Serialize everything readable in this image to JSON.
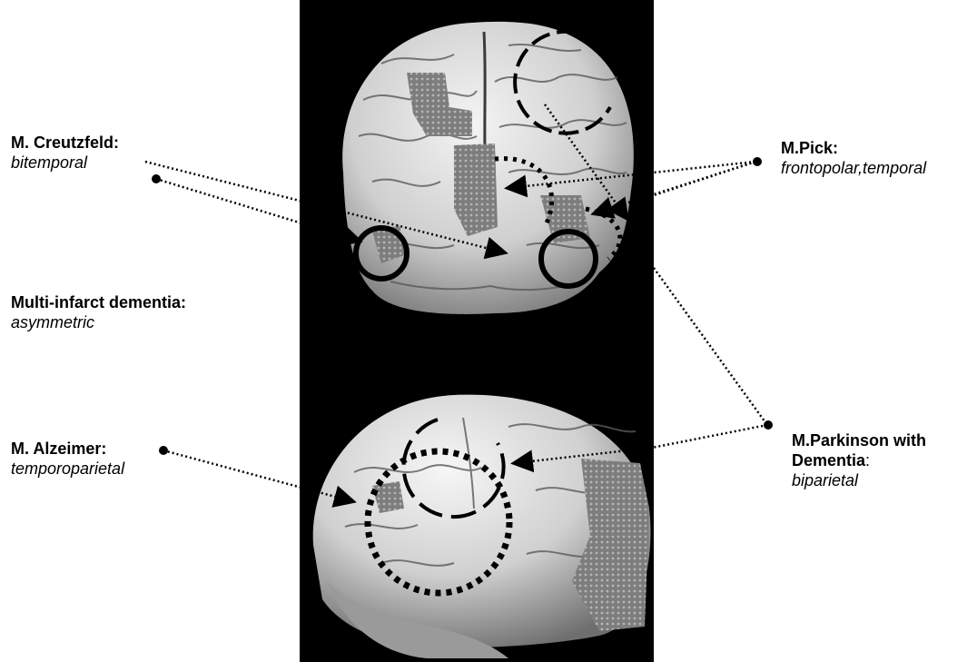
{
  "labels": {
    "creutzfeld": {
      "name": "M. Creutzfeld:",
      "region": "bitemporal"
    },
    "multi_infarct": {
      "name": "Multi-infarct dementia:",
      "region": "asymmetric"
    },
    "alzheimer": {
      "name": "M. Alzeimer:",
      "region": "temporoparietal"
    },
    "pick": {
      "name": "M.Pick:",
      "region": "frontopolar,temporal"
    },
    "parkinson": {
      "name_line1": "M.Parkinson with",
      "name_line2": "Dementia",
      "name_colon": ":",
      "region": "biparietal"
    }
  },
  "colors": {
    "panel_background": "#000000",
    "brain_light": "#e8e8e8",
    "brain_dark": "#6a6a6a",
    "marking": "#000000"
  }
}
